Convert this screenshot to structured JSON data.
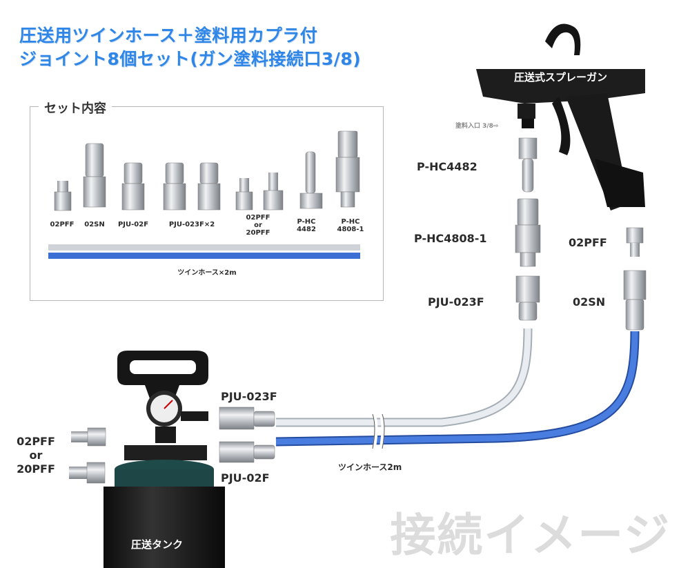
{
  "title": {
    "line1": "圧送用ツインホース＋塗料用カプラ付",
    "line2": "ジョイント8個セット(ガン塗料接続口3/8)"
  },
  "set_box": {
    "title": "セット内容",
    "items": [
      "02PFF",
      "02SN",
      "PJU-02F",
      "PJU-023F×2",
      "02PFF\nor\n20PFF",
      "P-HC\n4482",
      "P-HC\n4808-1"
    ],
    "hose_label": "ツインホース×2m"
  },
  "gun": {
    "label": "圧送式スプレーガン",
    "inlet_label": "塗料入口 3/8⇨"
  },
  "parts": {
    "p_hc4482": "P-HC4482",
    "p_hc4808": "P-HC4808-1",
    "pju023f_top": "PJU-023F",
    "02pff_right": "02PFF",
    "02sn_right": "02SN",
    "pju023f_tank": "PJU-023F",
    "pju02f_tank": "PJU-02F",
    "02pff_or_20pff": "02PFF\nor\n20PFF"
  },
  "hose_label": "ツインホース2m",
  "tank_label": "圧送タンク",
  "watermark": "接続イメージ",
  "colors": {
    "title": "#2f86e6",
    "hose_clear": "#cfd6dd",
    "hose_blue": "#3b6fd4",
    "metal": "#b8bcc2",
    "black": "#1a1a1a"
  }
}
